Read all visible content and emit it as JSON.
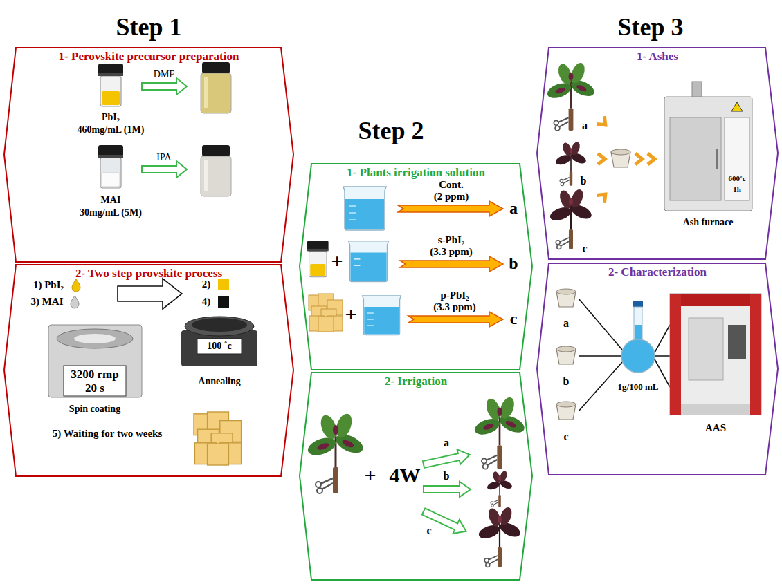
{
  "diagram": {
    "nodes": [
      {
        "text": [
          "1- Perovskite precursor preparation"
        ]
      },
      {
        "text": [
          "2- Two step provskite process"
        ]
      },
      {
        "text": [
          "1- Plants irrigation solution"
        ]
      },
      {
        "text": [
          "2- Irrigation"
        ]
      },
      {
        "text": [
          "1- Ashes"
        ]
      },
      {
        "text": [
          "2- Characterization"
        ]
      }
    ],
    "labels": [
      "Step 1",
      "Step 2",
      "Step 3",
      "PbI₂",
      "460mg/mL (1M)",
      "DMF",
      "MAI",
      "30mg/mL (5M)",
      "IPA",
      "1) PbI₂",
      "3) MAI",
      "2)",
      "4)",
      "3200 rmp",
      "20 s",
      "Spin coating",
      "100 ˚c",
      "Annealing",
      "5) Waiting for two weeks",
      "Cont.",
      "(2 ppm)",
      "a",
      "+",
      "s-PbI₂",
      "(3.3 ppm)",
      "b",
      "+",
      "p-PbI₂",
      "(3.3 ppm)",
      "c",
      "+",
      "4W",
      "a",
      "b",
      "c",
      "a",
      "b",
      "c",
      "600˚c",
      "1h",
      "Ash furnace",
      "a",
      "b",
      "c",
      "1g/100 mL",
      "AAS"
    ]
  }
}
